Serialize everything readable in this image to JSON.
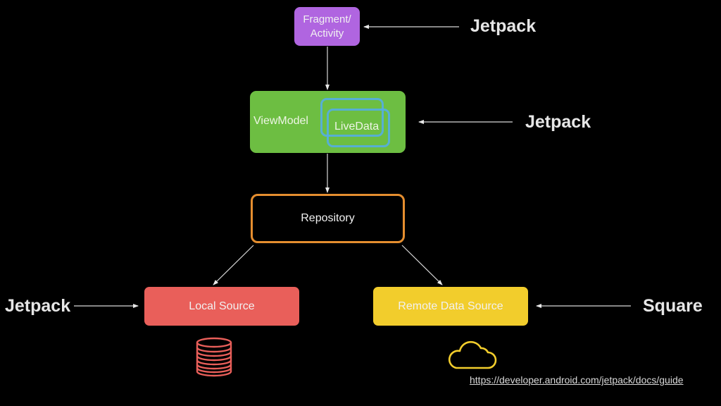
{
  "nodes": {
    "fragment": {
      "line1": "Fragment/",
      "line2": "Activity",
      "color": "#b065e0"
    },
    "viewmodel": {
      "label": "ViewModel",
      "livedata": "LiveData",
      "color": "#6dbe42",
      "livedata_color": "#56aee0"
    },
    "repository": {
      "label": "Repository",
      "border_color": "#e58e2f"
    },
    "local_source": {
      "label": "Local Source",
      "color": "#e95f5a"
    },
    "remote_source": {
      "label": "Remote Data Source",
      "color": "#f2cd2c"
    }
  },
  "annotations": {
    "fragment_lib": "Jetpack",
    "viewmodel_lib": "Jetpack",
    "local_lib": "Jetpack",
    "remote_lib": "Square"
  },
  "icons": {
    "local": "database-icon",
    "remote": "cloud-icon"
  },
  "link": {
    "url": "https://developer.android.com/jetpack/docs/guide"
  }
}
